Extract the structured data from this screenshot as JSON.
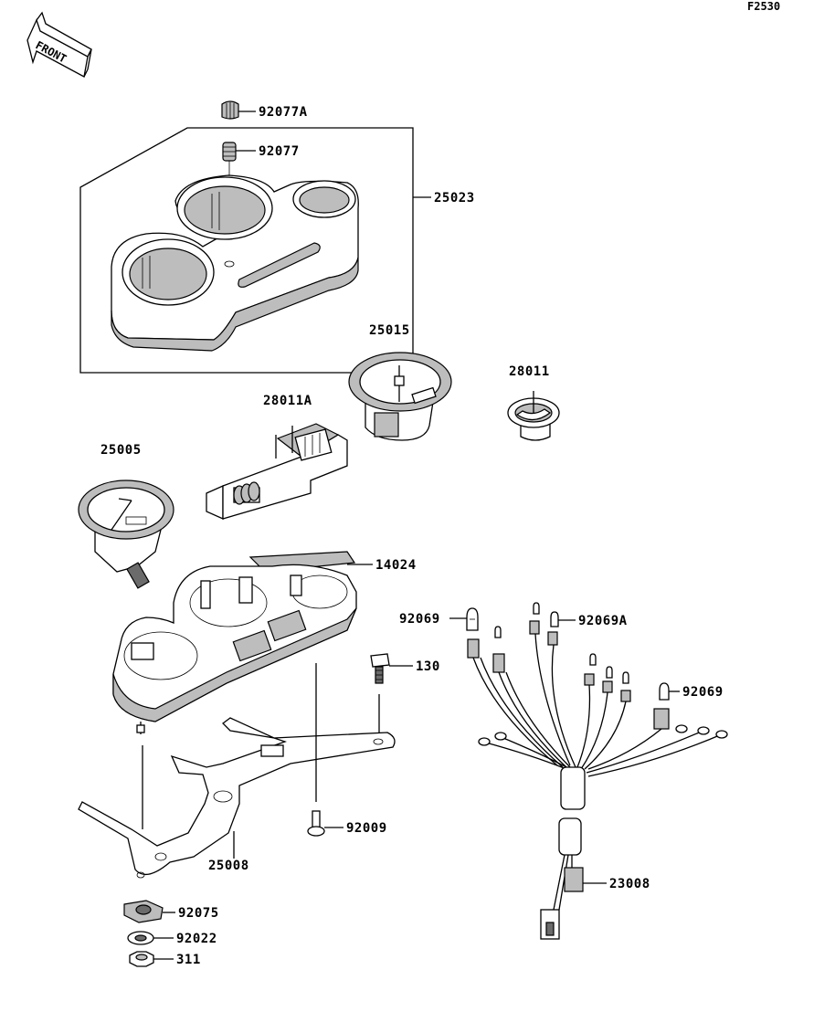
{
  "figure_code": "F2530",
  "front_arrow": {
    "text": "FRONT",
    "icon": "front-arrow-icon"
  },
  "callouts": [
    {
      "id": "92077A",
      "text": "92077A"
    },
    {
      "id": "92077",
      "text": "92077"
    },
    {
      "id": "25023",
      "text": "25023"
    },
    {
      "id": "25015",
      "text": "25015"
    },
    {
      "id": "28011",
      "text": "28011"
    },
    {
      "id": "28011A",
      "text": "28011A"
    },
    {
      "id": "25005",
      "text": "25005"
    },
    {
      "id": "14024",
      "text": "14024"
    },
    {
      "id": "92069-left",
      "text": "92069"
    },
    {
      "id": "92069A",
      "text": "92069A"
    },
    {
      "id": "130",
      "text": "130"
    },
    {
      "id": "92069-right",
      "text": "92069"
    },
    {
      "id": "92009",
      "text": "92009"
    },
    {
      "id": "25008",
      "text": "25008"
    },
    {
      "id": "23008",
      "text": "23008"
    },
    {
      "id": "92075",
      "text": "92075"
    },
    {
      "id": "92022",
      "text": "92022"
    },
    {
      "id": "311",
      "text": "311"
    }
  ],
  "parts": [
    {
      "name": "meter-cover-case",
      "icon": "meter-cover-icon"
    },
    {
      "name": "tachometer",
      "icon": "gauge-icon"
    },
    {
      "name": "speedometer",
      "icon": "gauge-icon"
    },
    {
      "name": "small-gauge",
      "icon": "gauge-icon"
    },
    {
      "name": "indicator-assembly",
      "icon": "indicator-icon"
    },
    {
      "name": "meter-case",
      "icon": "case-icon"
    },
    {
      "name": "bracket",
      "icon": "bracket-icon"
    },
    {
      "name": "wiring-harness",
      "icon": "harness-icon"
    }
  ]
}
